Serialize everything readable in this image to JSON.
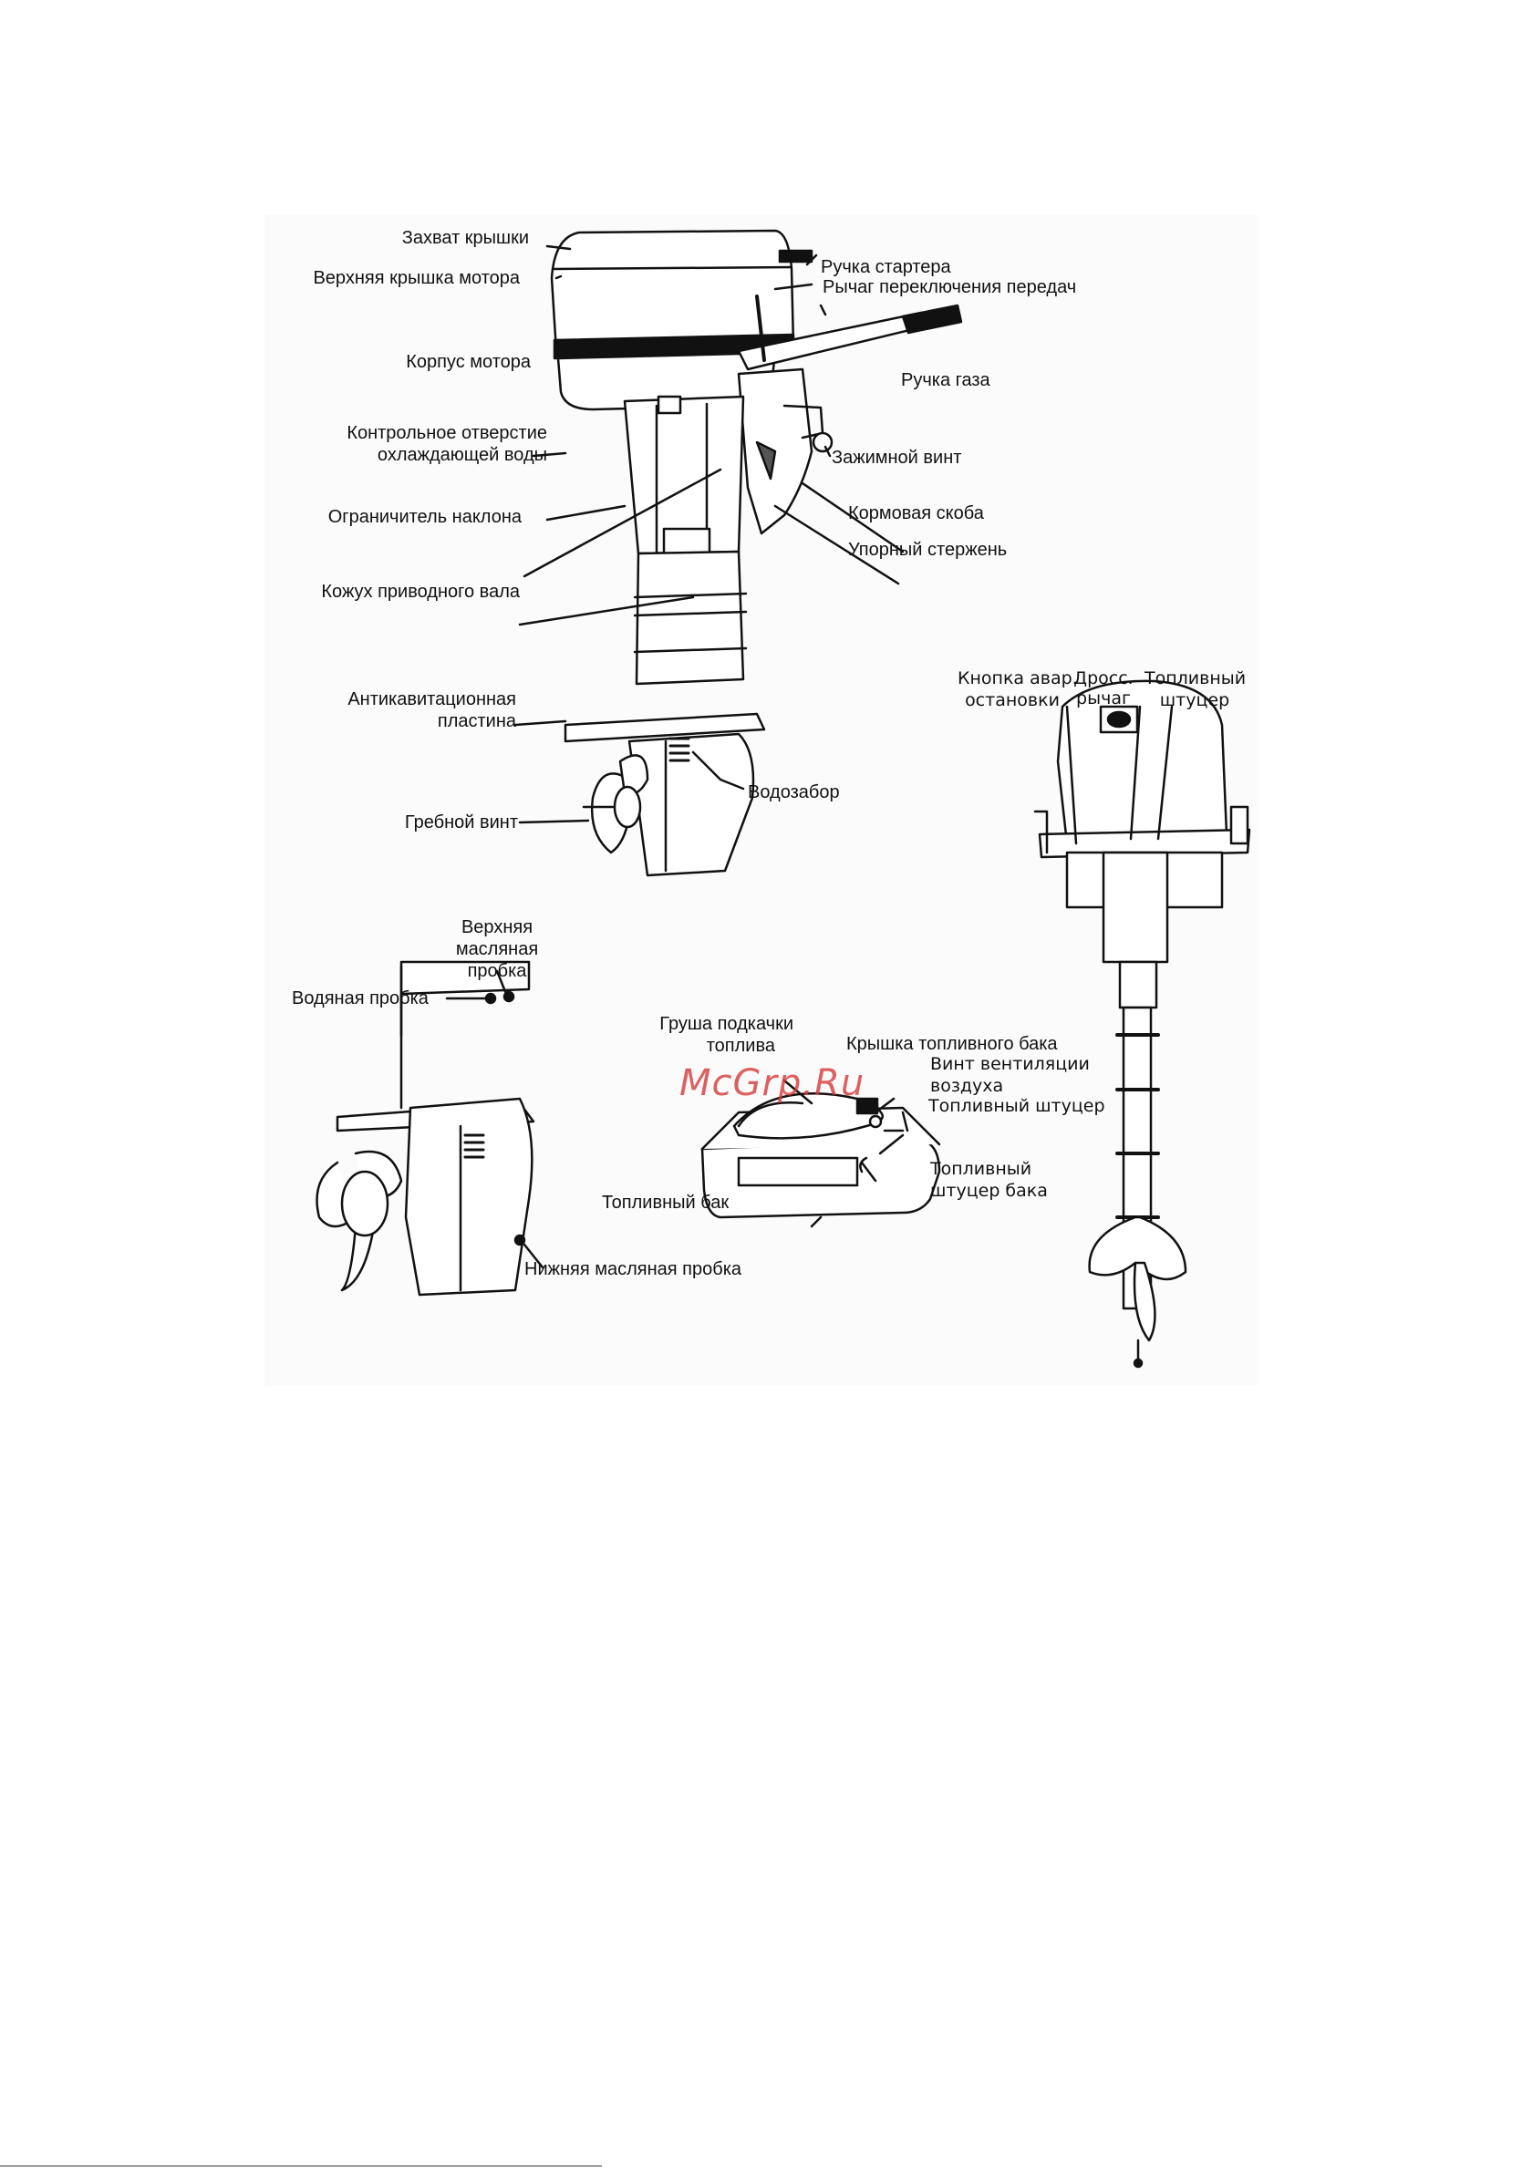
{
  "labels": {
    "cover_latch": "Захват крышки",
    "top_cover": "Верхняя крышка мотора",
    "motor_body": "Корпус мотора",
    "cooling_hole_1": "Контрольное отверстие",
    "cooling_hole_2": "охлаждающей воды",
    "tilt_limiter": "Ограничитель наклона",
    "shaft_housing": "Кожух приводного вала",
    "anticav_1": "Антикавитационная",
    "anticav_2": "пластина",
    "propeller": "Гребной винт",
    "starter_handle": "Ручка стартера",
    "gear_lever": "Рычаг переключения передач",
    "throttle_grip": "Ручка газа",
    "clamp_screw": "Зажимной винт",
    "stern_bracket": "Кормовая скоба",
    "thrust_rod": "Упорный стержень",
    "water_intake": "Водозабор",
    "stop_button_1": "Кнопка авар.",
    "stop_button_2": "остановки",
    "choke_1": "Дросс.",
    "choke_2": "рычаг",
    "fuel_connector_1": "Топливный",
    "fuel_connector_2": "штуцер",
    "upper_oil_1": "Верхняя",
    "upper_oil_2": "масляная",
    "upper_oil_3": "пробка",
    "water_plug": "Водяная пробка",
    "lower_oil": "Нижняя масляная пробка",
    "primer_1": "Груша подкачки",
    "primer_2": "топлива",
    "tank_cap": "Крышка топливного бака",
    "vent_1": "Винт вентиляции",
    "vent_2": "воздуха",
    "fuel_fitting": "Топливный штуцер",
    "tank_fitting_1": "Топливный",
    "tank_fitting_2": "штуцер бака",
    "fuel_tank": "Топливный бак"
  },
  "watermark": "McGrp.Ru",
  "colors": {
    "ink": "#111111",
    "watermark": "#d63a3a"
  }
}
